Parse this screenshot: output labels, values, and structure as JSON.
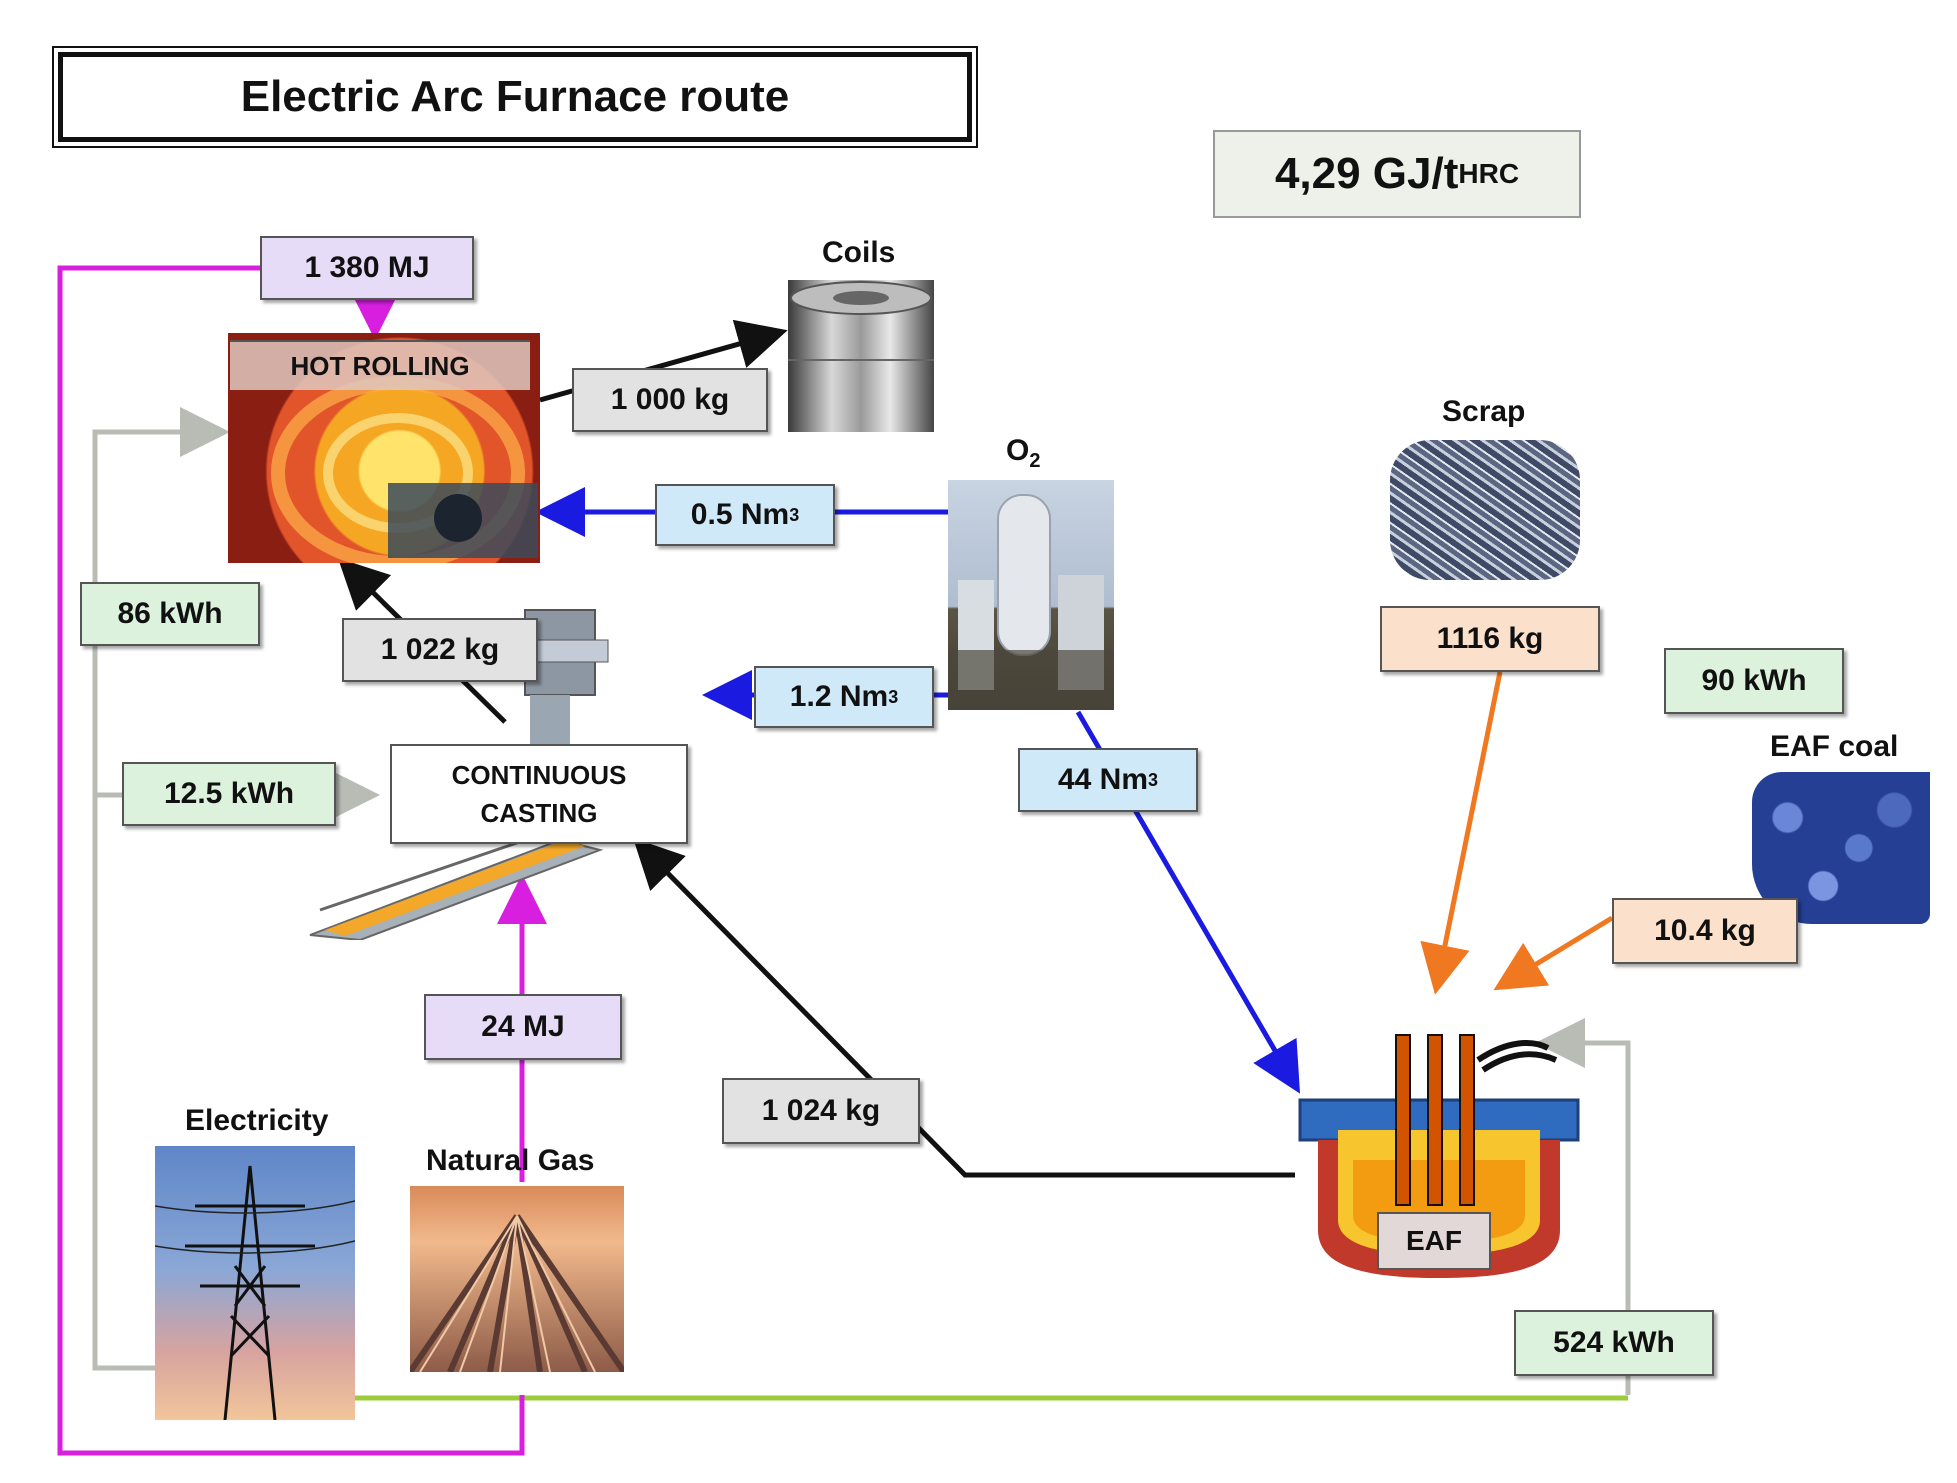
{
  "title": "Electric Arc Furnace route",
  "total": {
    "value": "4,29  GJ/t",
    "subscript": "HRC"
  },
  "processes": {
    "hot_rolling": "HOT ROLLING",
    "continuous_casting": "CONTINUOUS CASTING",
    "eaf": "EAF"
  },
  "sources": {
    "coils": "Coils",
    "o2": "O",
    "o2_sub": "2",
    "scrap": "Scrap",
    "eaf_coal": "EAF coal",
    "electricity": "Electricity",
    "natural_gas": "Natural Gas"
  },
  "flows": {
    "hr_gas": "1 380 MJ",
    "coils_mass": "1 000 kg",
    "hr_o2": "0.5 Nm",
    "hr_electricity": "86 kWh",
    "cc_to_hr": "1 022 kg",
    "cc_o2": "1.2 Nm",
    "cc_electricity": "12.5 kWh",
    "eaf_o2": "44 Nm",
    "scrap_mass": "1116  kg",
    "eaf_aux_electricity": "90 kWh",
    "coal_mass": "10.4 kg",
    "cc_gas": "24 MJ",
    "eaf_to_cc": "1 024 kg",
    "eaf_electricity": "524 kWh",
    "unit_sup": "3"
  },
  "colors": {
    "gas": "#d81fe0",
    "electricity_line": "#b8bcb5",
    "electricity_eaf": "#9ccc3a",
    "steel": "#111111",
    "oxygen": "#1a1ae0",
    "inputs": "#f07820"
  }
}
